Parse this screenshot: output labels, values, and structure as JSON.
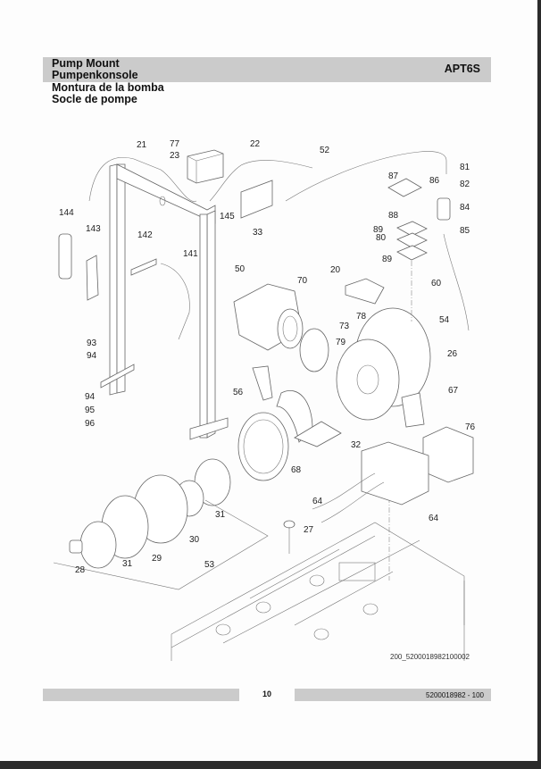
{
  "header": {
    "titles": [
      "Pump Mount",
      "Pumpenkonsole",
      "Montura de la bomba",
      "Socle de pompe"
    ],
    "model": "APT6S"
  },
  "figure": {
    "id": "200_5200018982100002",
    "callouts": [
      {
        "label": "21"
      },
      {
        "label": "77"
      },
      {
        "label": "23"
      },
      {
        "label": "22"
      },
      {
        "label": "52"
      },
      {
        "label": "81"
      },
      {
        "label": "87"
      },
      {
        "label": "86"
      },
      {
        "label": "82"
      },
      {
        "label": "84"
      },
      {
        "label": "88"
      },
      {
        "label": "89"
      },
      {
        "label": "80"
      },
      {
        "label": "85"
      },
      {
        "label": "89"
      },
      {
        "label": "145"
      },
      {
        "label": "33"
      },
      {
        "label": "144"
      },
      {
        "label": "143"
      },
      {
        "label": "142"
      },
      {
        "label": "141"
      },
      {
        "label": "50"
      },
      {
        "label": "20"
      },
      {
        "label": "60"
      },
      {
        "label": "70"
      },
      {
        "label": "73"
      },
      {
        "label": "78"
      },
      {
        "label": "54"
      },
      {
        "label": "79"
      },
      {
        "label": "26"
      },
      {
        "label": "93"
      },
      {
        "label": "94"
      },
      {
        "label": "56"
      },
      {
        "label": "67"
      },
      {
        "label": "94"
      },
      {
        "label": "95"
      },
      {
        "label": "96"
      },
      {
        "label": "76"
      },
      {
        "label": "32"
      },
      {
        "label": "68"
      },
      {
        "label": "64"
      },
      {
        "label": "31"
      },
      {
        "label": "64"
      },
      {
        "label": "27"
      },
      {
        "label": "30"
      },
      {
        "label": "29"
      },
      {
        "label": "28"
      },
      {
        "label": "31"
      },
      {
        "label": "53"
      }
    ]
  },
  "footer": {
    "page": "10",
    "doc_number": "5200018982 - 100"
  }
}
